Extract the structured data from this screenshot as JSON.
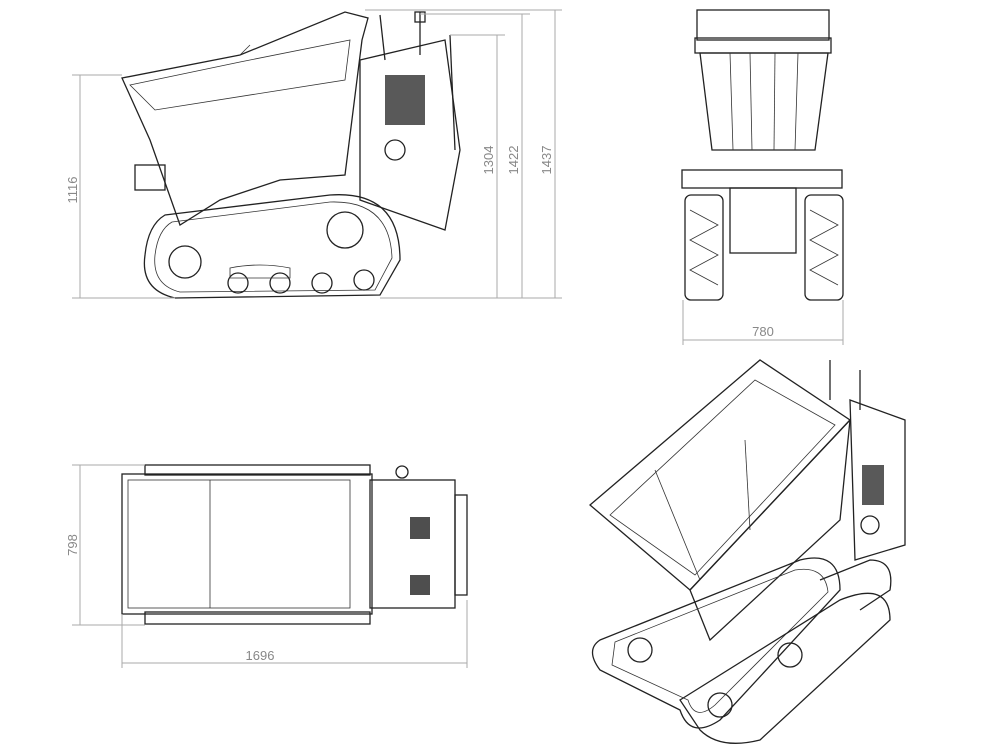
{
  "drawing": {
    "views": [
      "side-view",
      "front-view",
      "top-view",
      "isometric-view"
    ],
    "dimensions": {
      "side_body_height": "1116",
      "side_height_1": "1304",
      "side_height_2": "1422",
      "side_height_3": "1437",
      "front_width": "780",
      "top_width": "798",
      "top_length": "1696"
    },
    "units": "mm"
  }
}
